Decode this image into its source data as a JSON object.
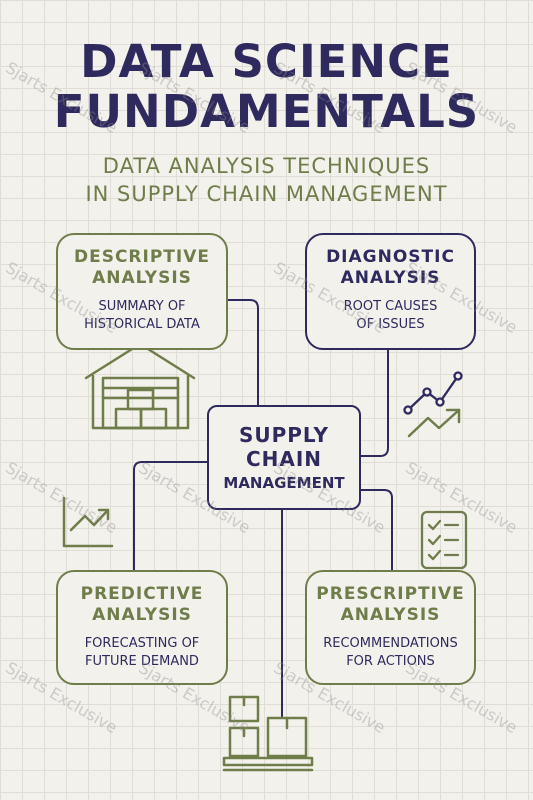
{
  "title_line1": "DATA SCIENCE",
  "title_line2": "FUNDAMENTALS",
  "subtitle_line1": "DATA ANALYSIS TECHNIQUES",
  "subtitle_line2": "IN SUPPLY CHAIN MANAGEMENT",
  "center": {
    "line1": "SUPPLY",
    "line2": "CHAIN",
    "line3": "MANAGEMENT"
  },
  "boxes": {
    "descriptive": {
      "head1": "DESCRIPTIVE",
      "head2": "ANALYSIS",
      "desc1": "SUMMARY OF",
      "desc2": "HISTORICAL DATA"
    },
    "diagnostic": {
      "head1": "DIAGNOSTIC",
      "head2": "ANALYSIS",
      "desc1": "ROOT CAUSES",
      "desc2": "OF ISSUES"
    },
    "predictive": {
      "head1": "PREDICTIVE",
      "head2": "ANALYSIS",
      "desc1": "FORECASTING OF",
      "desc2": "FUTURE DEMAND"
    },
    "prescriptive": {
      "head1": "PRESCRIPTIVE",
      "head2": "ANALYSIS",
      "desc1": "RECOMMENDATIONS",
      "desc2": "FOR ACTIONS"
    }
  },
  "watermark": "Sjarts Exclusive",
  "colors": {
    "navy": "#2f2a5e",
    "olive": "#6f7d4a",
    "background": "#f3f1ec",
    "grid": "#e0ddd6"
  },
  "icons": [
    "warehouse-icon",
    "line-chart-icon",
    "trend-up-arrow-icon",
    "checklist-icon",
    "boxes-pallet-icon"
  ]
}
